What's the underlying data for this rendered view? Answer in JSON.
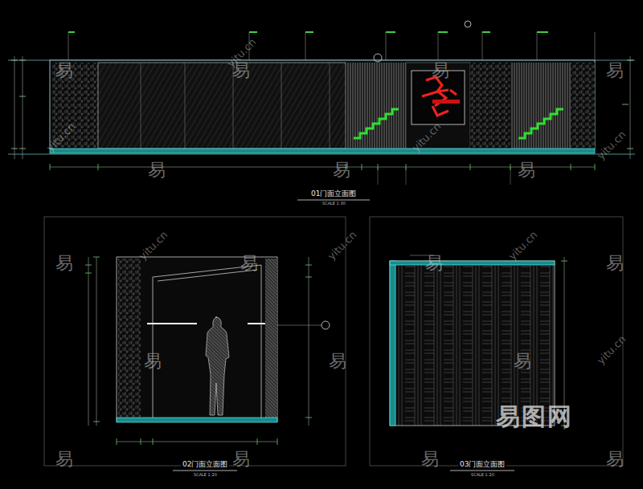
{
  "diagram": {
    "labels": [
      "01门面立面图",
      "SCALE 1:30",
      "02门面立面图",
      "SCALE 1:20",
      "03门面立面图",
      "SCALE 1:20",
      "易",
      "易",
      "易",
      "易",
      "易",
      "易",
      "易",
      "易",
      "易",
      "易",
      "易",
      "易",
      "易",
      "易",
      "易",
      "易",
      "易",
      "易",
      "yitu.cn",
      "yitu.cn",
      "yitu.cn",
      "yitu.cn",
      "yitu.cn",
      "yitu.cn",
      "yitu.cn",
      "yitu.cn",
      "易图网"
    ]
  }
}
